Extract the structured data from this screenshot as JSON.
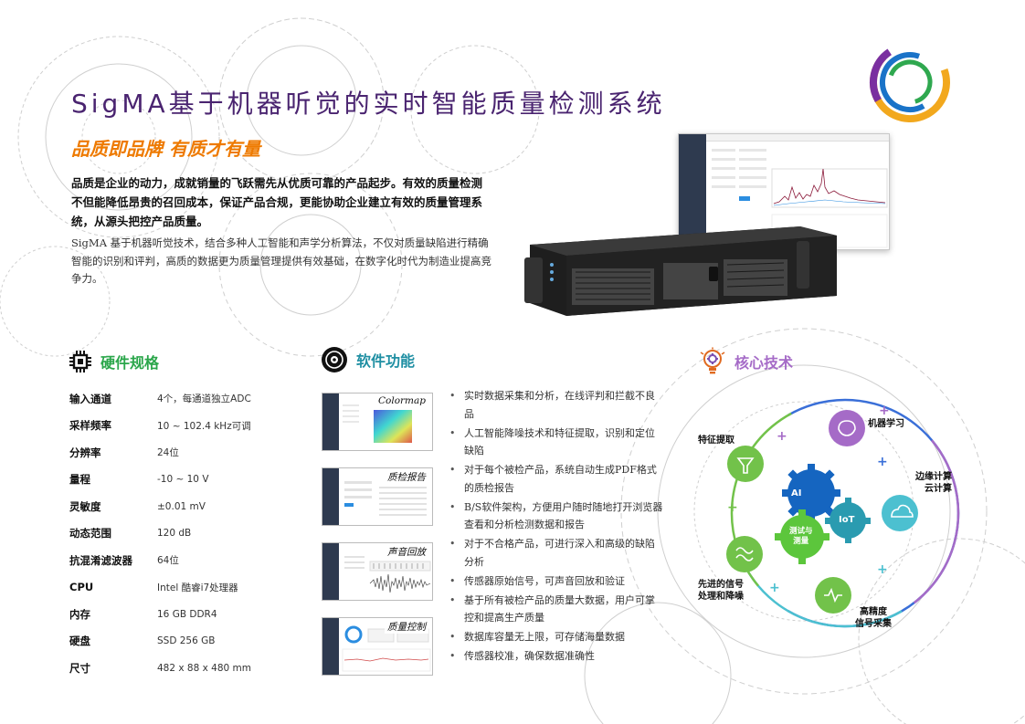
{
  "header": {
    "title": "SigMA基于机器听觉的实时智能质量检测系统",
    "slogan": "品质即品牌 有质才有量"
  },
  "intro": {
    "bold_paragraph": "品质是企业的动力，成就销量的飞跃需先从优质可靠的产品起步。有效的质量检测不但能降低昂贵的召回成本，保证产品合规，更能协助企业建立有效的质量管理系统，从源头把控产品质量。",
    "paragraph": "SigMA 基于机器听觉技术，结合多种人工智能和声学分析算法，不仅对质量缺陷进行精确智能的识别和评判，高质的数据更为质量管理提供有效基础，在数字化时代为制造业提高竞争力。"
  },
  "hardware": {
    "heading": "硬件规格",
    "specs": [
      {
        "key": "输入通道",
        "value": "4个，每通道独立ADC"
      },
      {
        "key": "采样频率",
        "value": "10 ~ 102.4 kHz可调"
      },
      {
        "key": "分辨率",
        "value": "24位"
      },
      {
        "key": "量程",
        "value": "-10 ~ 10 V"
      },
      {
        "key": "灵敏度",
        "value": "±0.01 mV"
      },
      {
        "key": "动态范围",
        "value": "120 dB"
      },
      {
        "key": "抗混淆滤波器",
        "value": "64位"
      },
      {
        "key": "CPU",
        "value": "Intel 酷睿i7处理器"
      },
      {
        "key": "内存",
        "value": "16 GB DDR4"
      },
      {
        "key": "硬盘",
        "value": "SSD 256 GB"
      },
      {
        "key": "尺寸",
        "value": "482 x 88 x 480 mm"
      }
    ]
  },
  "software": {
    "heading": "软件功能",
    "thumbnails": [
      "Colormap",
      "质检报告",
      "声音回放",
      "质量控制"
    ],
    "features": [
      "实时数据采集和分析，在线评判和拦截不良品",
      "人工智能降噪技术和特征提取，识别和定位缺陷",
      "对于每个被检产品，系统自动生成PDF格式的质检报告",
      "B/S软件架构，方便用户随时随地打开浏览器查看和分析检测数据和报告",
      "对于不合格产品，可进行深入和高级的缺陷分析",
      "传感器原始信号，可声音回放和验证",
      "基于所有被检产品的质量大数据，用户可掌控和提高生产质量",
      "数据库容量无上限，可存储海量数据",
      "传感器校准，确保数据准确性"
    ]
  },
  "core_tech": {
    "heading": "核心技术",
    "nodes": {
      "machine_learning": "机器学习",
      "feature_extraction": "特征提取",
      "edge_cloud_1": "边缘计算",
      "edge_cloud_2": "云计算",
      "signal_processing_1": "先进的信号",
      "signal_processing_2": "处理和降噪",
      "acquisition_1": "高精度",
      "acquisition_2": "信号采集"
    },
    "gears": {
      "ai": "AI",
      "iot": "IoT",
      "test_1": "测试与",
      "test_2": "测量"
    }
  },
  "colors": {
    "title": "#4a2470",
    "slogan": "#ee7a00",
    "hardware": "#2aa64a",
    "software": "#1f8fa3",
    "core": "#a56bc7",
    "gear_blue": "#1565c0",
    "gear_teal": "#2a9bb0",
    "gear_green": "#5cc63c"
  }
}
